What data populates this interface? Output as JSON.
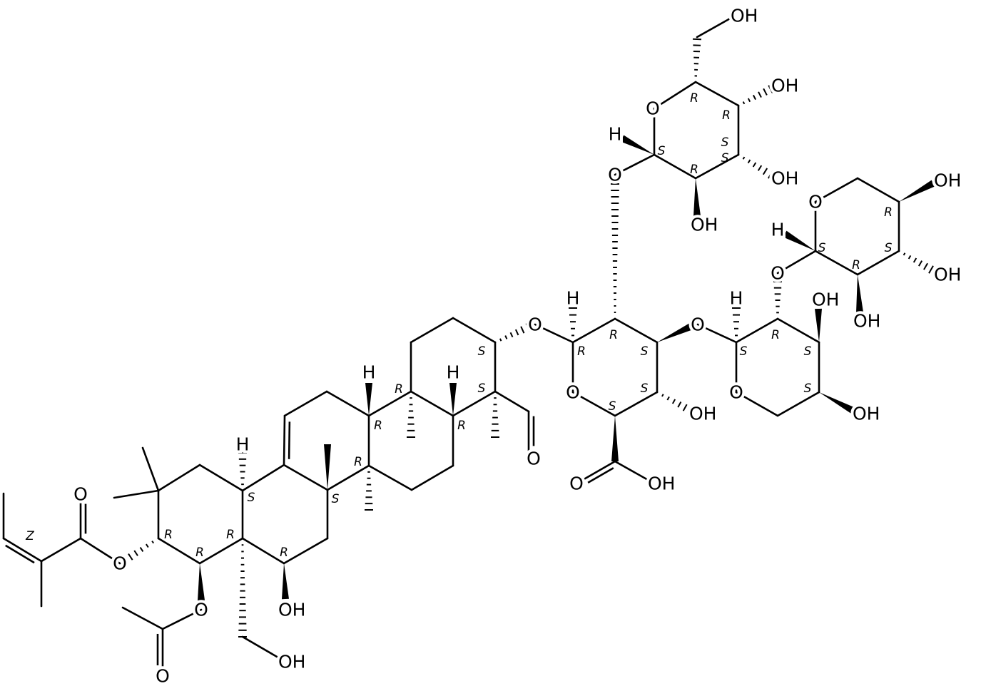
{
  "title": "Triterpenoid saponin structure",
  "atoms": [
    "O",
    "O",
    "O",
    "O",
    "OH",
    "OH",
    "O",
    "O",
    "O",
    "O",
    "OH",
    "OH",
    "O",
    "O",
    "OH",
    "OH",
    "O",
    "O",
    "OH",
    "OH",
    "OH",
    "O",
    "O",
    "OH",
    "OH",
    "OH",
    "OH",
    "H",
    "H",
    "H",
    "H",
    "H",
    "H",
    "H"
  ],
  "stereo": [
    "R",
    "R",
    "R",
    "S",
    "S",
    "R",
    "R",
    "R",
    "R",
    "R",
    "S",
    "S",
    "S",
    "R",
    "R",
    "S",
    "S",
    "S",
    "S",
    "R",
    "S",
    "S",
    "S",
    "R",
    "S",
    "R",
    "S",
    "R",
    "R",
    "S",
    "R",
    "Z"
  ],
  "colors": {
    "ink": "#000000",
    "background": "#ffffff"
  }
}
